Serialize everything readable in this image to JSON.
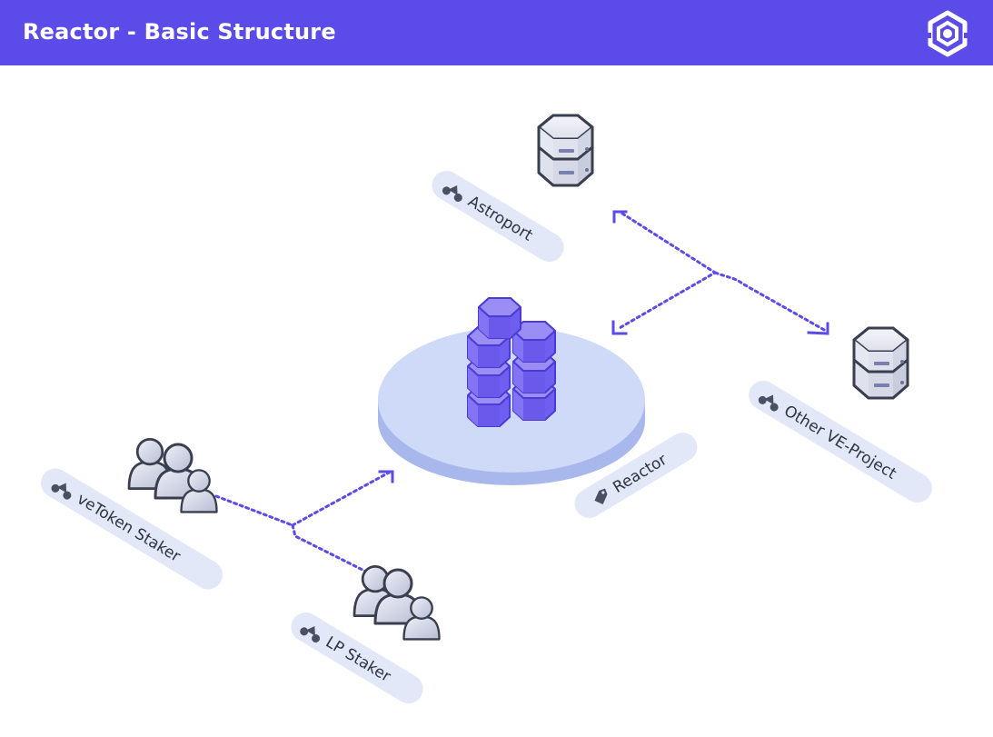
{
  "header": {
    "title": "Reactor - Basic Structure",
    "logo_icon": "hex-logo-icon"
  },
  "nodes": {
    "astroport": {
      "label": "Astroport",
      "icon": "server-icon",
      "tag_icon": "shapes-icon"
    },
    "other_ve": {
      "label": "Other VE-Project",
      "icon": "server-icon",
      "tag_icon": "shapes-icon"
    },
    "reactor": {
      "label": "Reactor",
      "icon": "hex-stack-icon",
      "tag_icon": "tag-icon"
    },
    "vetoken_staker": {
      "label": "veToken Staker",
      "icon": "users-icon",
      "tag_icon": "shapes-icon"
    },
    "lp_staker": {
      "label": "LP Staker",
      "icon": "users-icon",
      "tag_icon": "shapes-icon"
    }
  },
  "colors": {
    "header": "#5B4BE8",
    "connector": "#5B4BE8",
    "platform": "#CBD6F7",
    "hexagon": "#8172F0",
    "label_pill": "#E3E8F8"
  }
}
